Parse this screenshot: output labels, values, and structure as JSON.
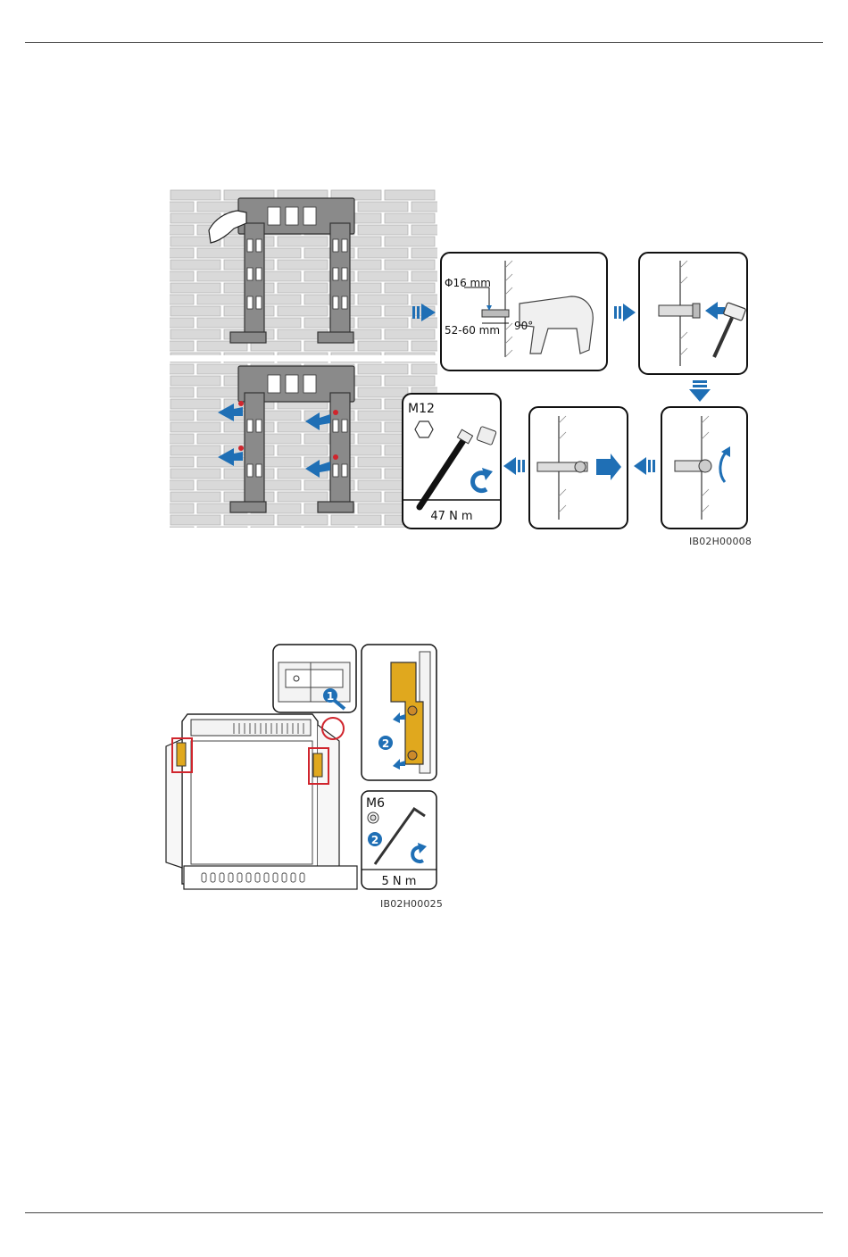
{
  "figure1": {
    "drill_diameter": "Φ16 mm",
    "drill_depth": "52-60 mm",
    "drill_angle": "90°",
    "bolt_size": "M12",
    "torque": "47 N m",
    "figure_id": "IB02H00008"
  },
  "figure2": {
    "step1": "1",
    "step2": "2",
    "screw_size": "M6",
    "torque": "5 N m",
    "figure_id": "IB02H00025"
  },
  "colors": {
    "arrow_blue": "#1f6fb5",
    "callout_red": "#d0252d",
    "bracket_yellow": "#e0a81e",
    "brick": "#dadada"
  }
}
